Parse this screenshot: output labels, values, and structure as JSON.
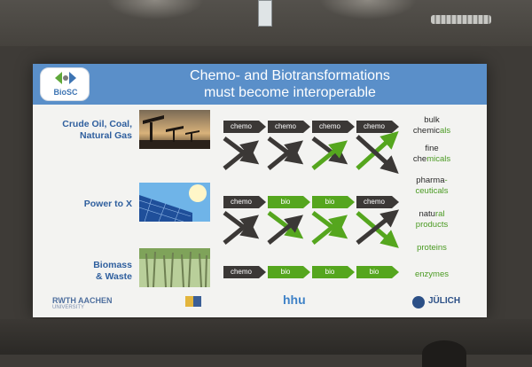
{
  "slide": {
    "logo_text": "BioSC",
    "title_line1": "Chemo- and Biotransformations",
    "title_line2": "must become interoperable"
  },
  "rows": [
    {
      "label_lines": [
        "Crude Oil, Coal,",
        "Natural Gas"
      ],
      "image": "oil-pumps-sunset-photo",
      "chips": [
        "chemo",
        "chemo",
        "chemo",
        "chemo"
      ]
    },
    {
      "label_lines": [
        "Power to X"
      ],
      "image": "solar-panel-photo",
      "chips": [
        "chemo",
        "bio",
        "bio",
        "chemo"
      ]
    },
    {
      "label_lines": [
        "Biomass",
        "& Waste"
      ],
      "image": "sugarcane-field-photo",
      "chips": [
        "chemo",
        "bio",
        "bio",
        "bio"
      ]
    }
  ],
  "outputs": [
    {
      "line1": [
        "bulk",
        ""
      ],
      "line2": [
        "chemic",
        "als"
      ]
    },
    {
      "line1": [
        "fine",
        ""
      ],
      "line2": [
        "che",
        "micals"
      ]
    },
    {
      "line1": [
        "pharma",
        "-"
      ],
      "line2": [
        "",
        "ceuticals"
      ]
    },
    {
      "line1": [
        "natu",
        "ral"
      ],
      "line2": [
        "",
        "products"
      ]
    },
    {
      "line1": [
        "",
        "proteins"
      ],
      "line2": [
        "",
        ""
      ]
    },
    {
      "line1": [
        "",
        "enzymes"
      ],
      "line2": [
        "",
        ""
      ]
    }
  ],
  "footer": {
    "rwth": "RWTH AACHEN",
    "rwth_sub": "UNIVERSITY",
    "hhu": "hhu",
    "julich": "JÜLICH"
  },
  "colors": {
    "header": "#5a8fc9",
    "dark_chip": "#3b3836",
    "green_chip": "#55a61e",
    "label_blue": "#2f5f9e",
    "text_green": "#4a9a22"
  }
}
